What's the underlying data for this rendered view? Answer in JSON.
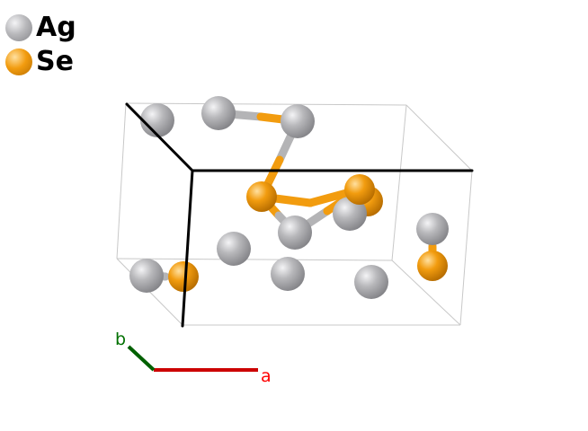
{
  "legend": [
    {
      "label": "Ag",
      "color": "#b4b4b6"
    },
    {
      "label": "Se",
      "color": "#f29c0f"
    }
  ],
  "axes": {
    "a": {
      "label": "a",
      "color": "#ff0000"
    },
    "b": {
      "label": "b",
      "color": "#007000"
    }
  },
  "colors": {
    "ag_light": "#e6e6e8",
    "ag_dark": "#8e8e92",
    "se_light": "#ffd27a",
    "se_dark": "#c77a00",
    "cell_thin": "#c8c8c8",
    "cell_bold": "#000000"
  }
}
